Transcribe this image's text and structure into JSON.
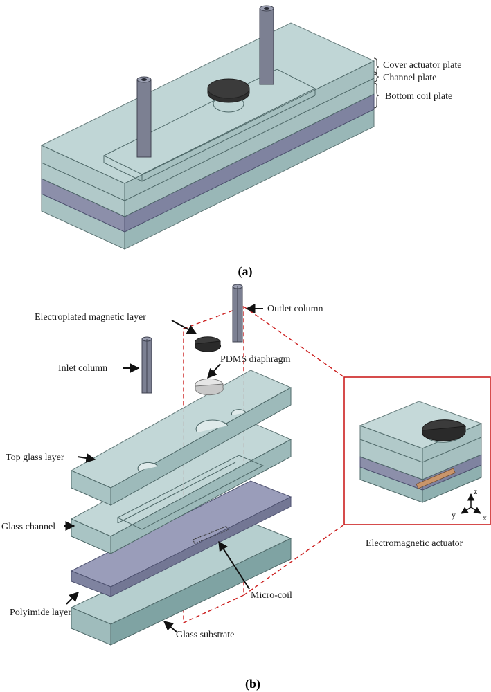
{
  "figure": {
    "panel_a": {
      "caption": "(a)",
      "labels": {
        "cover_actuator_plate": "Cover actuator plate",
        "channel_plate": "Channel plate",
        "bottom_coil_plate": "Bottom coil plate"
      }
    },
    "panel_b": {
      "caption": "(b)",
      "labels": {
        "electroplated_magnetic_layer": "Electroplated magnetic layer",
        "outlet_column": "Outlet column",
        "inlet_column": "Inlet column",
        "pdms_diaphragm": "PDMS diaphragm",
        "top_glass_layer": "Top glass layer",
        "glass_channel": "Glass channel",
        "polyimide_layer": "Polyimide layer",
        "glass_substrate": "Glass substrate",
        "micro_coil": "Micro-coil",
        "electromagnetic_actuator": "Electromagnetic actuator"
      },
      "axes": {
        "z": "z",
        "y": "y",
        "x": "x"
      }
    },
    "colors": {
      "glass_fill": "#a9c4c4",
      "glass_edge": "#4e6868",
      "polyimide": "#8c8faa",
      "magnet": "#3b3b3b",
      "column": "#7c8092",
      "callout_red": "#cc1f1f"
    }
  }
}
